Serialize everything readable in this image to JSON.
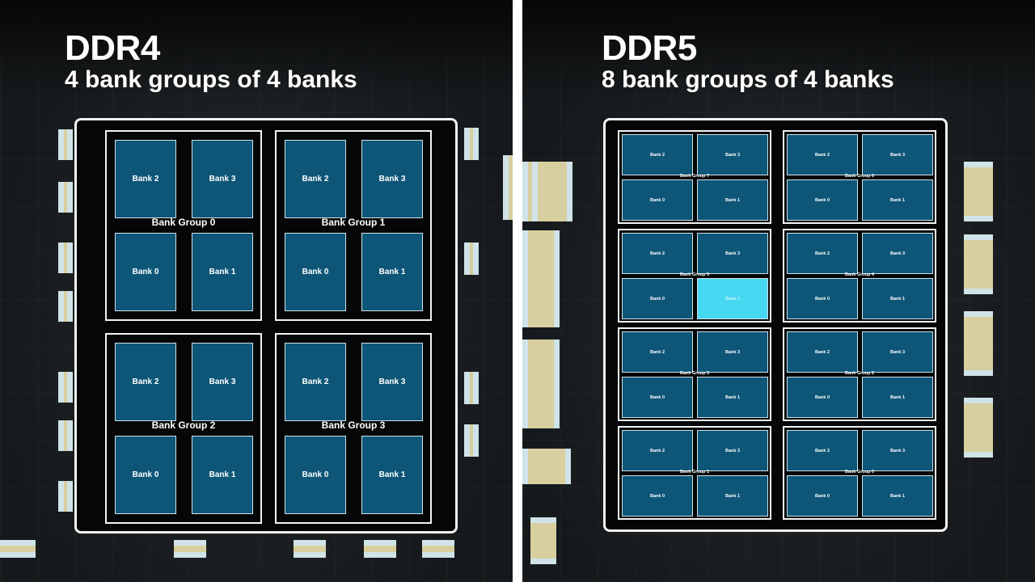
{
  "ddr4": {
    "title": "DDR4",
    "subtitle": "4 bank groups of 4 banks",
    "groups": [
      {
        "label": "Bank Group 0",
        "banks": [
          "Bank 2",
          "Bank 3",
          "Bank 0",
          "Bank 1"
        ]
      },
      {
        "label": "Bank Group 1",
        "banks": [
          "Bank 2",
          "Bank 3",
          "Bank 0",
          "Bank 1"
        ]
      },
      {
        "label": "Bank Group 2",
        "banks": [
          "Bank 2",
          "Bank 3",
          "Bank 0",
          "Bank 1"
        ]
      },
      {
        "label": "Bank Group 3",
        "banks": [
          "Bank 2",
          "Bank 3",
          "Bank 0",
          "Bank 1"
        ]
      }
    ]
  },
  "ddr5": {
    "title": "DDR5",
    "subtitle": "8 bank groups of 4 banks",
    "highlighted": {
      "group": "Bank Group 5",
      "bank": "Bank 1",
      "color": "#46d8f0"
    },
    "groups": [
      {
        "label": "Bank Group 7",
        "banks": [
          "Bank 2",
          "Bank 3",
          "Bank 0",
          "Bank 1"
        ]
      },
      {
        "label": "Bank Group 6",
        "banks": [
          "Bank 2",
          "Bank 3",
          "Bank 0",
          "Bank 1"
        ]
      },
      {
        "label": "Bank Group 5",
        "banks": [
          "Bank 2",
          "Bank 3",
          "Bank 0",
          "Bank 1"
        ]
      },
      {
        "label": "Bank Group 4",
        "banks": [
          "Bank 2",
          "Bank 3",
          "Bank 0",
          "Bank 1"
        ]
      },
      {
        "label": "Bank Group 3",
        "banks": [
          "Bank 2",
          "Bank 3",
          "Bank 0",
          "Bank 1"
        ]
      },
      {
        "label": "Bank Group 2",
        "banks": [
          "Bank 2",
          "Bank 3",
          "Bank 0",
          "Bank 1"
        ]
      },
      {
        "label": "Bank Group 1",
        "banks": [
          "Bank 2",
          "Bank 3",
          "Bank 0",
          "Bank 1"
        ]
      },
      {
        "label": "Bank Group 0",
        "banks": [
          "Bank 2",
          "Bank 3",
          "Bank 0",
          "Bank 1"
        ]
      }
    ]
  },
  "colors": {
    "bank_fill": "#0e5677",
    "bank_active": "#46d8f0",
    "chip_fill": "#050607",
    "outline": "#f2f2f2"
  }
}
